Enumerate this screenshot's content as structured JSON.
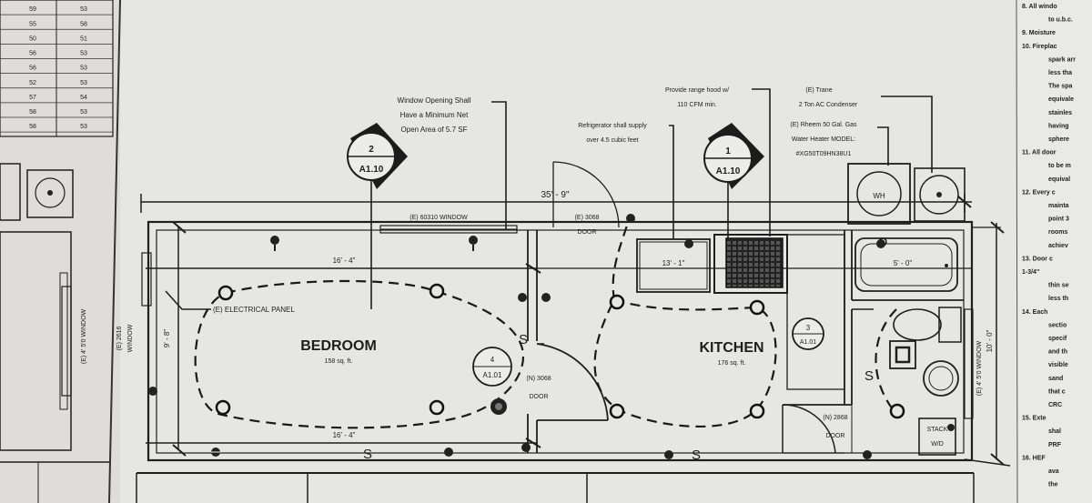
{
  "schedule": {
    "left_column": [
      "59",
      "55",
      "50",
      "56",
      "56",
      "52",
      "57",
      "58",
      "58"
    ],
    "right_column": [
      "53",
      "58",
      "51",
      "53",
      "53",
      "53",
      "54",
      "53",
      "53"
    ]
  },
  "left": {
    "window_label": "(E) 4' 5'0 WINDOW"
  },
  "markers": [
    {
      "number": "2",
      "sheet": "A1.10"
    },
    {
      "number": "1",
      "sheet": "A1.10"
    },
    {
      "number": "4",
      "sheet": "A1.01"
    },
    {
      "number": "3",
      "sheet": "A1.01"
    }
  ],
  "notes": {
    "window_opening": [
      "Window Opening Shall",
      "Have a Minimum Net",
      "Open Area of 5.7 SF"
    ],
    "refrigerator": [
      "Refrigerator shall supply",
      "over 4.5 cubic feet"
    ],
    "range_hood": [
      "Provide range hood w/",
      "110 CFM min."
    ],
    "condenser": [
      "(E) Trane",
      "2 Ton AC Condenser"
    ],
    "water_heater": [
      "(E) Rheem 50 Gal. Gas",
      "Water Heater MODEL:",
      "#XG50T09HN38U1"
    ]
  },
  "dimensions": {
    "overall_length": "35' - 9\"",
    "bedroom_top": "16' - 4\"",
    "bedroom_bottom": "16' - 4\"",
    "kitchen": "13' - 1\"",
    "tub": "5' - 0\"",
    "bedroom_width": "9' - 8\"",
    "overall_width": "10' - 0\""
  },
  "rooms": {
    "bedroom": {
      "name": "BEDROOM",
      "area": "158 sq. ft."
    },
    "kitchen": {
      "name": "KITCHEN",
      "area": "176 sq. ft."
    }
  },
  "labels": {
    "wh": "WH",
    "window_top": "(E) 60310 WINDOW",
    "entry_door": [
      "(E) 3068",
      "DOOR"
    ],
    "electrical_panel": "(E) ELECTRICAL PANEL",
    "bedroom_door": [
      "(N) 3068",
      "DOOR"
    ],
    "bath_door": [
      "(N) 2868",
      "DOOR"
    ],
    "stack": [
      "STACK",
      "W/D"
    ],
    "side_window": [
      "(E) 2616",
      "WINDOW"
    ],
    "bath_window": "(E) 4' 5'0 WINDOW",
    "switch": "S"
  },
  "general_notes": [
    "8.  All windo",
    "to u.b.c.",
    "9.  Moisture",
    "10. Fireplac",
    "spark arr",
    "less tha",
    "The spa",
    "equivale",
    "stainles",
    "having",
    "sphere",
    "11. All door",
    "to be m",
    "equival",
    "12. Every c",
    "mainta",
    "point 3",
    "rooms",
    "achiev",
    "13. Door c",
    "1-3/4\"",
    "thin se",
    "less th",
    "14. Each",
    "sectio",
    "specif",
    "and th",
    "visible",
    "sand",
    "that c",
    "CRC",
    "15. Exte",
    "shal",
    "PRF",
    "16. HEF",
    "ava",
    "the"
  ]
}
